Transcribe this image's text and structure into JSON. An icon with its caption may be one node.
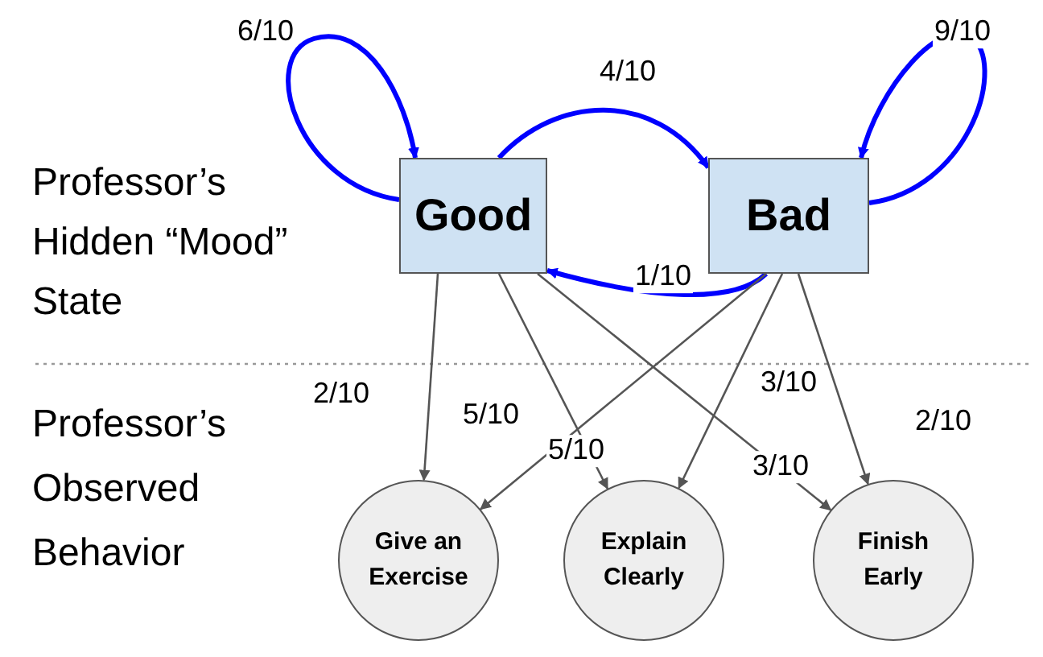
{
  "diagram": {
    "nodes": [
      {
        "text": [
          "Good"
        ]
      },
      {
        "text": [
          "Bad"
        ]
      },
      {
        "text": [
          "Give an Exercise"
        ]
      },
      {
        "text": [
          "Explain Clearly"
        ]
      },
      {
        "text": [
          "Finish Early"
        ]
      }
    ],
    "edges": [
      {
        "from": 0,
        "to": 0,
        "arrow": "to",
        "label": "6/10",
        "style": "thick",
        "color": "#0000ff"
      },
      {
        "from": 0,
        "to": 1,
        "arrow": "to",
        "label": "4/10",
        "style": "thick",
        "color": "#0000ff"
      },
      {
        "from": 1,
        "to": 1,
        "arrow": "to",
        "label": "9/10",
        "style": "thick",
        "color": "#0000ff"
      },
      {
        "from": 1,
        "to": 0,
        "arrow": "to",
        "label": "1/10",
        "style": "thick",
        "color": "#0000ff"
      },
      {
        "from": 0,
        "to": 2,
        "arrow": "to",
        "label": "2/10"
      },
      {
        "from": 0,
        "to": 3,
        "arrow": "to",
        "label": "5/10"
      },
      {
        "from": 0,
        "to": 4,
        "arrow": "to",
        "label": "3/10"
      },
      {
        "from": 1,
        "to": 2,
        "arrow": "to",
        "label": "5/10"
      },
      {
        "from": 1,
        "to": 3,
        "arrow": "to",
        "label": "3/10"
      },
      {
        "from": 1,
        "to": 4,
        "arrow": "to",
        "label": "2/10"
      }
    ],
    "labels": [
      "Professor’s Hidden “Mood” State",
      "Professor’s Observed Behavior"
    ]
  }
}
